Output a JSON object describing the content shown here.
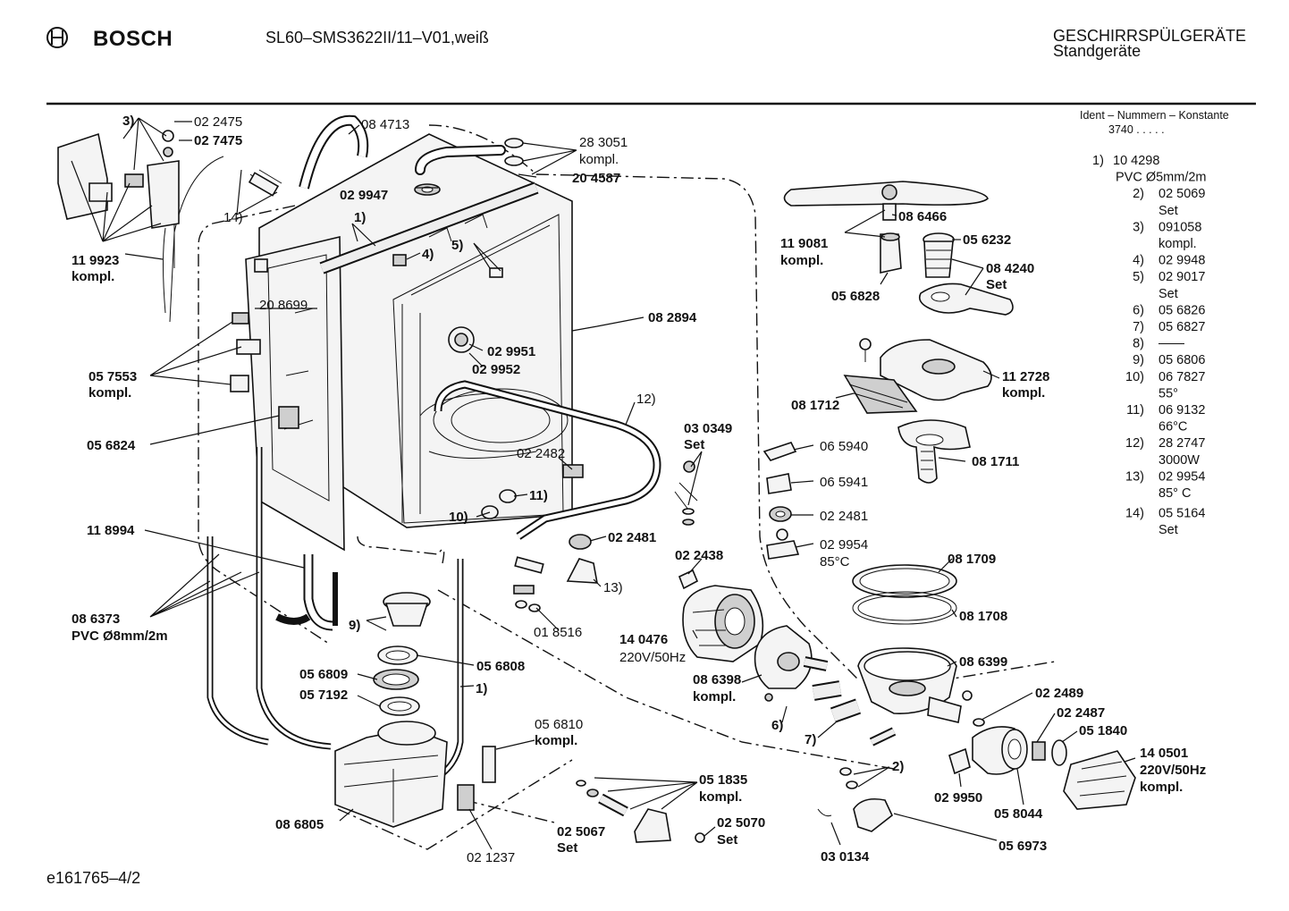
{
  "header": {
    "brand": "BOSCH",
    "model": "SL60–SMS3622II/11–V01,weiß",
    "category": "GESCHIRRSPÜLGERÄTE",
    "subcategory": "Standgeräte",
    "footer_code": "e161765–4/2"
  },
  "legend": {
    "title": "Ident – Nummern – Konstante",
    "constant": "3740  .  .  .  .  .",
    "rows": [
      {
        "n": "1)",
        "v": "10 4298"
      },
      {
        "n": "",
        "v": "PVC   Ø5mm/2m"
      },
      {
        "n": "2)",
        "v": "02 5069"
      },
      {
        "n": "",
        "v": "Set"
      },
      {
        "n": "3)",
        "v": "091058"
      },
      {
        "n": "",
        "v": "kompl."
      },
      {
        "n": "4)",
        "v": "02 9948"
      },
      {
        "n": "5)",
        "v": "02 9017"
      },
      {
        "n": "",
        "v": "Set"
      },
      {
        "n": "6)",
        "v": "05 6826"
      },
      {
        "n": "7)",
        "v": "05 6827"
      },
      {
        "n": "8)",
        "v": "——"
      },
      {
        "n": "9)",
        "v": "05 6806"
      },
      {
        "n": "10)",
        "v": "06 7827"
      },
      {
        "n": "",
        "v": "55°"
      },
      {
        "n": "11)",
        "v": "06 9132"
      },
      {
        "n": "",
        "v": "66°C"
      },
      {
        "n": "12)",
        "v": "28 2747"
      },
      {
        "n": "",
        "v": "3000W"
      },
      {
        "n": "13)",
        "v": "02 9954"
      },
      {
        "n": "",
        "v": "85° C"
      },
      {
        "n": "14)",
        "v": "05 5164"
      },
      {
        "n": "",
        "v": "Set"
      }
    ]
  },
  "labels": {
    "l_3": "3)",
    "l_022475": "02 2475",
    "l_027475": "02 7475",
    "l_119923": "11 9923",
    "l_119923k": "kompl.",
    "l_14": "14)",
    "l_084713": "08 4713",
    "l_283051": "28 3051",
    "l_283051k": "kompl.",
    "l_029947": "02 9947",
    "l_204587": "20 4587",
    "l_1a": "1)",
    "l_4": "4)",
    "l_5": "5)",
    "l_208699": "20 8699",
    "l_057553": "05 7553",
    "l_057553k": "kompl.",
    "l_029951": "02 9951",
    "l_029952": "02 9952",
    "l_082894": "08 2894",
    "l_056824": "05 6824",
    "l_12": "12)",
    "l_022482": "02 2482",
    "l_11": "11)",
    "l_10": "10)",
    "l_118994": "11 8994",
    "l_022481a": "02 2481",
    "l_13": "13)",
    "l_086373": "08 6373",
    "l_086373p": "PVC Ø8mm/2m",
    "l_9": "9)",
    "l_018516": "01 8516",
    "l_056809": "05 6809",
    "l_056808": "05 6808",
    "l_057192": "05 7192",
    "l_1b": "1)",
    "l_056810": "05 6810",
    "l_056810k": "kompl.",
    "l_086805": "08 6805",
    "l_051835": "05 1835",
    "l_051835k": "kompl.",
    "l_025067": "02 5067",
    "l_025067s": "Set",
    "l_025070": "02 5070",
    "l_025070s": "Set",
    "l_021237": "02 1237",
    "l_086466": "08 6466",
    "l_119081": "11 9081",
    "l_119081k": "kompl.",
    "l_056232": "05 6232",
    "l_084240": "08 4240",
    "l_084240s": "Set",
    "l_056828": "05 6828",
    "l_112728": "11 2728",
    "l_112728k": "kompl.",
    "l_081712": "08 1712",
    "l_030349": "03 0349",
    "l_030349s": "Set",
    "l_065940": "06 5940",
    "l_065941": "06 5941",
    "l_081711": "08 1711",
    "l_022481b": "02 2481",
    "l_029954": "02 9954",
    "l_029954t": "85°C",
    "l_022438": "02 2438",
    "l_081709": "08 1709",
    "l_081708": "08 1708",
    "l_140476": "14 0476",
    "l_140476v": "220V/50Hz",
    "l_086399": "08 6399",
    "l_086398": "08 6398",
    "l_086398k": "kompl.",
    "l_6": "6)",
    "l_7": "7)",
    "l_022489": "02 2489",
    "l_022487": "02 2487",
    "l_051840": "05 1840",
    "l_140501": "14 0501",
    "l_140501v": "220V/50Hz",
    "l_140501k": "kompl.",
    "l_2": "2)",
    "l_029950": "02 9950",
    "l_058044": "05 8044",
    "l_056973": "05 6973",
    "l_030134": "03 0134"
  }
}
